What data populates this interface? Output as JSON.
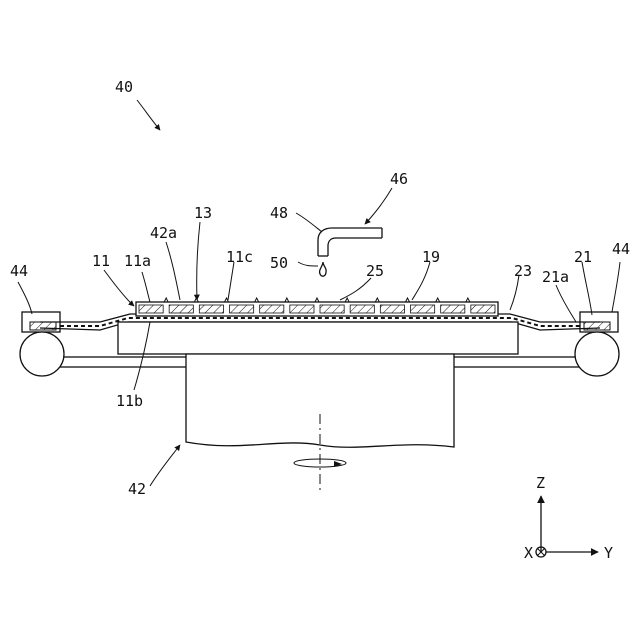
{
  "labels": {
    "l40": "40",
    "l46": "46",
    "l48": "48",
    "l13": "13",
    "l42a": "42a",
    "l11a": "11a",
    "l11c": "11c",
    "l50": "50",
    "l25": "25",
    "l19": "19",
    "l23": "23",
    "l21": "21",
    "l21a": "21a",
    "l44l": "44",
    "l44r": "44",
    "l11": "11",
    "l11b": "11b",
    "l42": "42"
  },
  "axes": {
    "z": "Z",
    "x": "X",
    "y": "Y"
  }
}
